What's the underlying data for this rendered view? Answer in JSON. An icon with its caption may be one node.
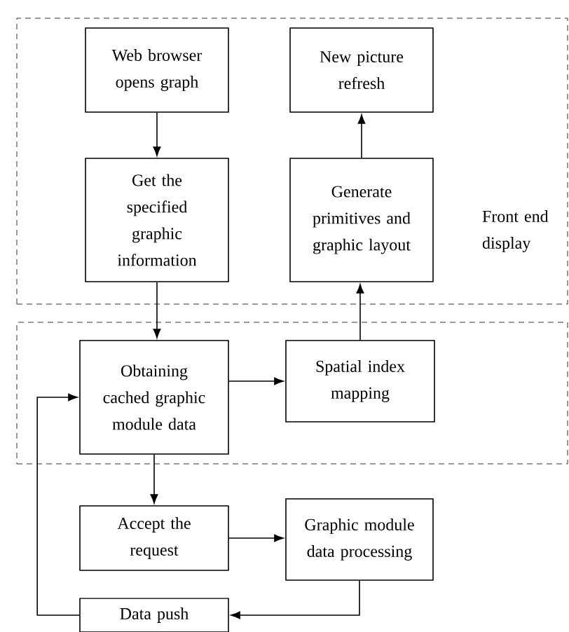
{
  "diagram": {
    "nodes": [
      {
        "text": [
          "Front end display"
        ]
      },
      {
        "text": [
          "Web browser opens graph"
        ],
        "in": 0
      },
      {
        "text": [
          "New picture refresh"
        ],
        "in": 0
      },
      {
        "text": [
          "Get the specified graphic information"
        ],
        "in": 0
      },
      {
        "text": [
          "Generate primitives and graphic layout"
        ],
        "in": 0
      },
      {
        "text": [],
        "shape": "box"
      },
      {
        "text": [
          "Obtaining cached graphic module data"
        ],
        "in": 5
      },
      {
        "text": [
          "Spatial index mapping"
        ],
        "in": 5
      },
      {
        "text": [
          "Accept the request"
        ]
      },
      {
        "text": [
          "Graphic module data processing"
        ]
      },
      {
        "text": [
          "Data push"
        ]
      }
    ],
    "edges": [
      {
        "from": 1,
        "to": 3,
        "arrow": "to"
      },
      {
        "from": 3,
        "to": 6,
        "arrow": "to"
      },
      {
        "from": 6,
        "to": 7,
        "arrow": "to"
      },
      {
        "from": 7,
        "to": 4,
        "arrow": "to"
      },
      {
        "from": 4,
        "to": 2,
        "arrow": "to"
      },
      {
        "from": 6,
        "to": 8,
        "arrow": "to"
      },
      {
        "from": 8,
        "to": 9,
        "arrow": "to"
      },
      {
        "from": 9,
        "to": 10,
        "arrow": "to"
      },
      {
        "from": 10,
        "to": 6,
        "arrow": "to"
      }
    ]
  }
}
